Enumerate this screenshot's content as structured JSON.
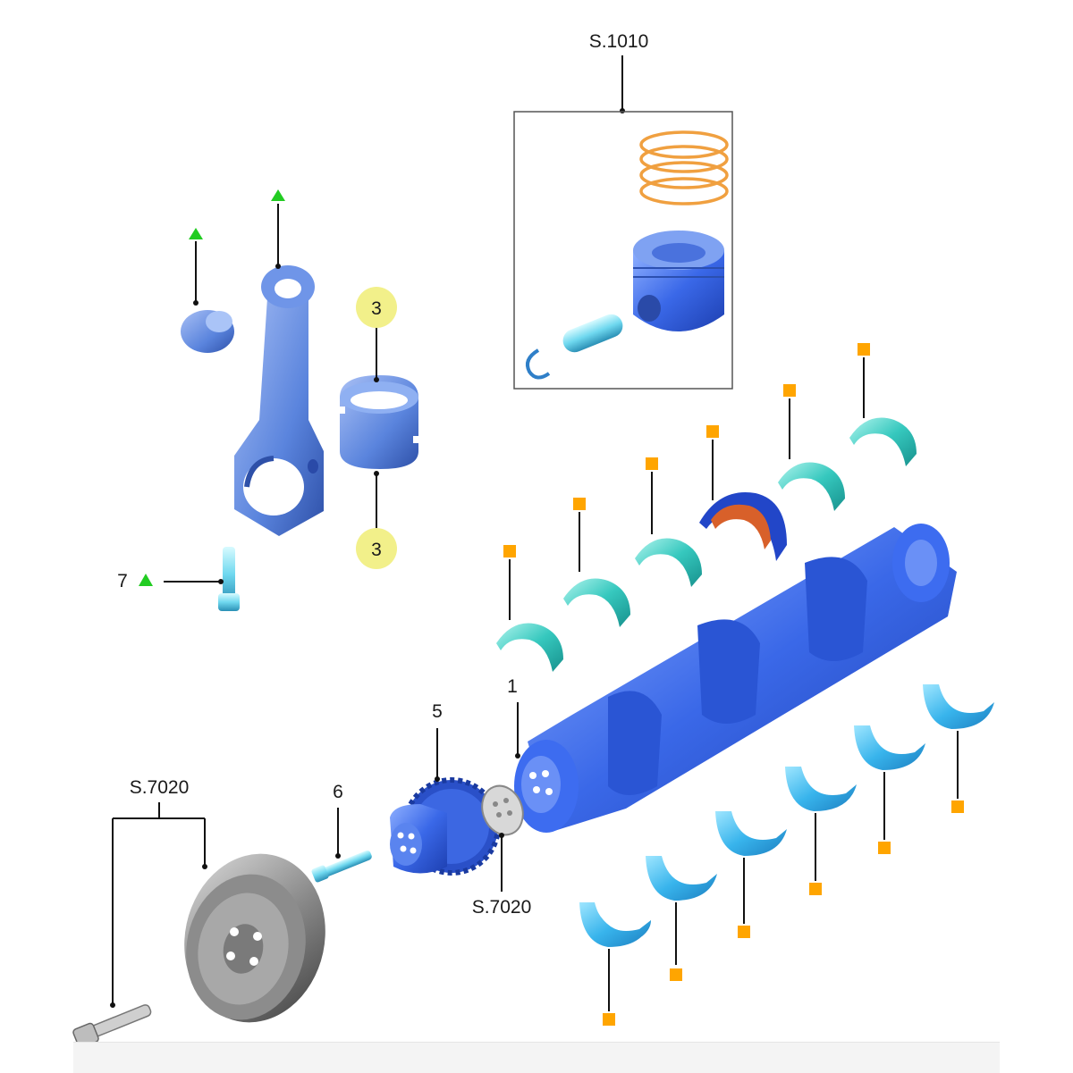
{
  "callouts": {
    "piston_group_ref": "S.1010",
    "damper_group_ref": "S.7020",
    "washer_group_ref": "S.7020",
    "crankshaft": "1",
    "conrod_bearing_upper": "3",
    "conrod_bearing_lower": "3",
    "crank_gear": "5",
    "gear_bolt": "6",
    "conrod_bolt": "7"
  },
  "marker_legend": {
    "green_triangle": "#22cc22",
    "orange_square": "#ffa500",
    "highlight_circle": "#f2f08a"
  },
  "part_colors": {
    "crankshaft": "#2f63e6",
    "conrod": "#5a86e0",
    "main_bearings": "#39b6ec",
    "upper_bearings": "#2fc6c0",
    "piston_rings": "#f0a040",
    "thrust_bearing": "#d8602a",
    "damper": "#6a6a6a"
  }
}
